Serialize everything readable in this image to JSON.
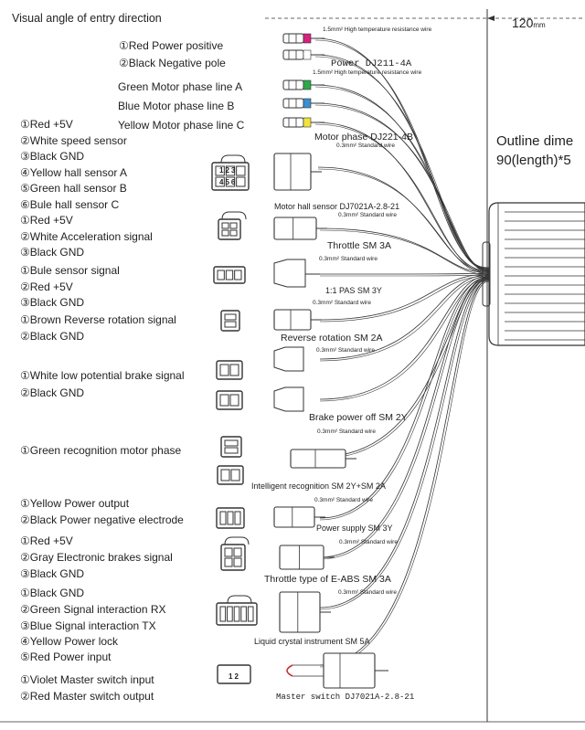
{
  "header": {
    "title": "Visual angle of entry direction",
    "dimension": "120",
    "dimension_unit": "mm",
    "outline_line1": "Outline dime",
    "outline_line2": "90(length)*5"
  },
  "groups": [
    {
      "id": "power",
      "pins": [
        "①Red  Power positive",
        "②Black  Negative pole"
      ]
    },
    {
      "id": "phase-a",
      "pins": [
        "Green Motor phase line A"
      ]
    },
    {
      "id": "phase-b",
      "pins": [
        "Blue  Motor phase line B"
      ]
    },
    {
      "id": "phase-c",
      "pins": [
        "Yellow  Motor phase line C"
      ]
    },
    {
      "id": "hall",
      "pins": [
        "①Red +5V",
        "②White speed sensor",
        "③Black GND",
        "④Yellow hall sensor A",
        "⑤Green hall sensor B",
        "⑥Bule hall sensor C"
      ]
    },
    {
      "id": "throttle",
      "pins": [
        "①Red  +5V",
        "②White Acceleration signal",
        "③Black GND"
      ]
    },
    {
      "id": "pas",
      "pins": [
        "①Bule sensor signal",
        "②Red +5V",
        "③Black GND"
      ]
    },
    {
      "id": "reverse",
      "pins": [
        "①Brown  Reverse rotation signal",
        "②Black GND"
      ]
    },
    {
      "id": "brake",
      "pins": [
        "①White  low potential brake signal",
        "②Black GND"
      ]
    },
    {
      "id": "recog",
      "pins": [
        "①Green  recognition motor phase"
      ]
    },
    {
      "id": "supply",
      "pins": [
        "①Yellow  Power output",
        "②Black Power negative electrode"
      ]
    },
    {
      "id": "eabs",
      "pins": [
        "①Red  +5V",
        "②Gray Electronic brakes signal",
        "③Black GND"
      ]
    },
    {
      "id": "lcd",
      "pins": [
        "①Black GND",
        "②Green Signal interaction RX",
        "③Blue  Signal interaction TX",
        "④Yellow Power lock",
        "⑤Red Power input"
      ]
    },
    {
      "id": "master",
      "pins": [
        "①Violet  Master switch input",
        "②Red Master switch output"
      ]
    }
  ],
  "connector_labels": {
    "power": "Power  DJ211-4A",
    "motor_phase": "Motor phase DJ221-4B",
    "hall": "Motor hall sensor DJ7021A-2.8-21",
    "throttle": "Throttle SM 3A",
    "pas": "1:1 PAS SM 3Y",
    "reverse": "Reverse rotation SM 2A",
    "brake": "Brake power off SM 2Y",
    "recog": "Intelligent recognition SM 2Y+SM 2A",
    "supply": "Power supply SM 3Y",
    "eabs": "Throttle type of E-ABS SM 3A",
    "lcd": "Liquid crystal instrument SM 5A",
    "master": "Master  switch DJ7021A-2.8-21"
  },
  "wire_specs": {
    "power": "1.5mm² High temperature resistance wire",
    "phase": "1.5mm² High temperature resistance wire",
    "standard": "0.3mm² Standard wire"
  },
  "pin_numbers": {
    "hall_top": "123",
    "hall_bottom": "456",
    "master": "12"
  },
  "colors": {
    "red": "#d6217e",
    "green": "#2ea84a",
    "blue": "#3a8fd0",
    "yellow": "#f2e33a",
    "wire": "#333333"
  }
}
